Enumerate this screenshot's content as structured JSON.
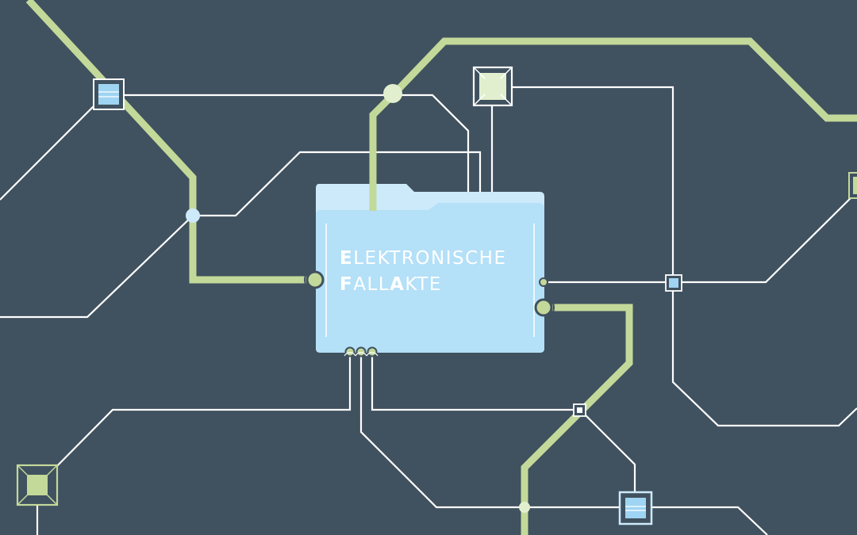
{
  "folder": {
    "title_line1_initial": "E",
    "title_line1_rest": "LEKTRONISCHE",
    "title_line2_initial": "F",
    "title_line2_mid": "ALL",
    "title_line2_initial2": "A",
    "title_line2_rest": "KTE"
  },
  "colors": {
    "background": "#40515f",
    "green_trace": "#c3d99a",
    "white_trace": "#ffffff",
    "folder_fill": "#b4e0f8",
    "folder_tab": "#cdeafb",
    "chip_blue": "#9fd4f2",
    "chip_green": "#c3d99a"
  },
  "icons": [
    "folder-icon",
    "circuit-node-icon",
    "chip-icon"
  ]
}
